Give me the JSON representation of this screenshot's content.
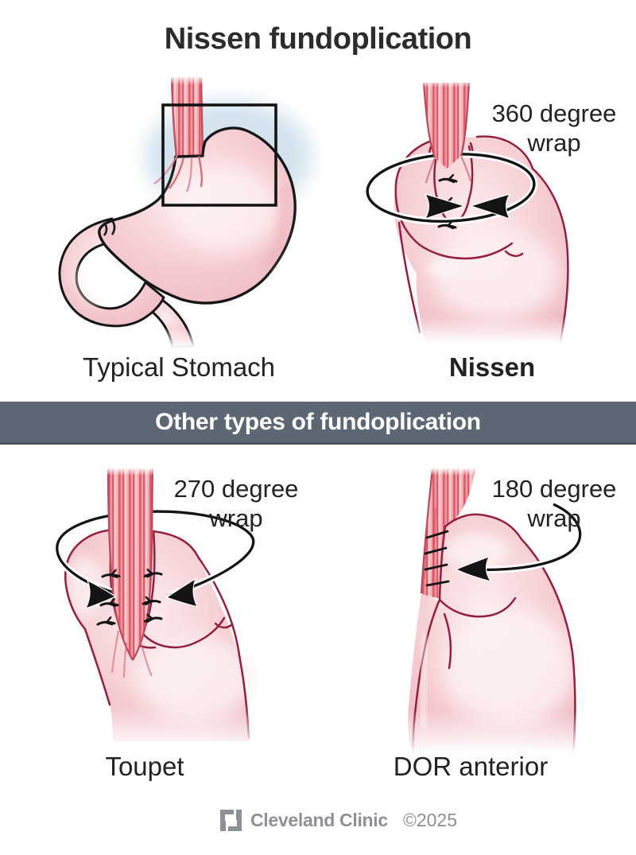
{
  "title": "Nissen fundoplication",
  "top_section": {
    "figures": [
      {
        "id": "typical-stomach",
        "label": "Typical Stomach",
        "annotation": {
          "line1": "",
          "line2": ""
        }
      },
      {
        "id": "nissen",
        "label": "Nissen",
        "annotation": {
          "line1": "360 degree",
          "line2": "wrap"
        }
      }
    ]
  },
  "banner": {
    "label": "Other types of fundoplication"
  },
  "bottom_section": {
    "figures": [
      {
        "id": "toupet",
        "label": "Toupet",
        "annotation": {
          "line1": "270 degree",
          "line2": "wrap"
        }
      },
      {
        "id": "dor",
        "label": "DOR anterior",
        "annotation": {
          "line1": "180 degree",
          "line2": "wrap"
        }
      }
    ]
  },
  "footer": {
    "brand": "Cleveland Clinic",
    "copyright": "©2025"
  },
  "colors": {
    "banner_bg": "#5d6774",
    "banner_border": "#4a5461",
    "text": "#242121",
    "stomach_pink": "#f2c6cc",
    "stomach_highlight": "#fceced",
    "esophagus_red": "#e05a69",
    "outline_black": "#161616",
    "outline_maroon": "#93203e",
    "zoom_box_blue": "#cfe1ed",
    "footer_gray": "#8d9094"
  }
}
